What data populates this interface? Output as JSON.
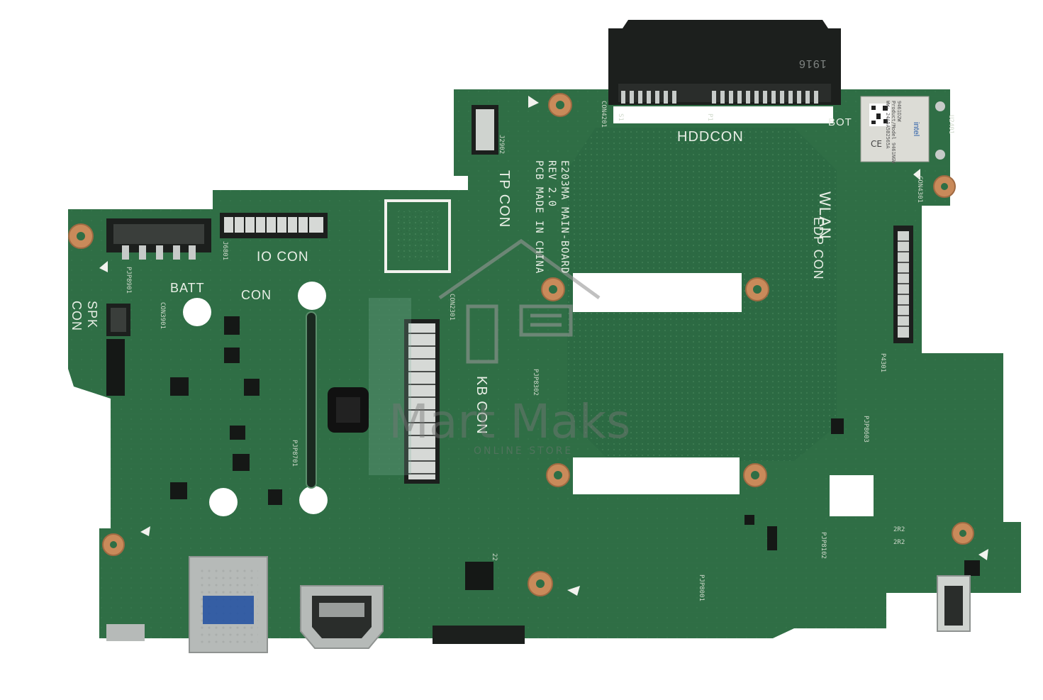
{
  "board": {
    "colors": {
      "pcb": "#2f6e45",
      "pcb_dark": "#24583a",
      "pad": "#c98a5a",
      "silkscreen": "#e9efe6",
      "label": "#ffffff",
      "metal": "#c7cbc9",
      "connector": "#1c1f1d"
    },
    "silkscreen": {
      "hddcon": "HDDCON",
      "wlan": "WLAN",
      "edp_con": "EDP CON",
      "tp_con": "TP CON",
      "kb_con": "KB CON",
      "io_con": "IO CON",
      "batt": "BATT",
      "con": "CON",
      "spk": "SPK",
      "spk_con": "CON",
      "bot": "BOT",
      "board_line1": "E203MA MAIN-BOARD",
      "board_line2": "REV 2.0",
      "board_line3": "PCB MADE IN CHINA",
      "hdd_code": "1916"
    },
    "ref_designators": {
      "con4201": "CON4201",
      "con4301": "CON4301",
      "con3901": "CON3901",
      "con2301": "CON2301",
      "u2401": "U2401",
      "j2902": "J2902",
      "j6801": "J6801",
      "pjp8901": "PJP8901",
      "pjp8701": "PJP8701",
      "pjp8302": "PJP8302",
      "pjp8603": "PJP8603",
      "pjp8102": "PJP8102",
      "pjp8001": "PJP8001",
      "p4301": "P4301",
      "s1": "S1",
      "p1": "P1",
      "r2a": "2R2",
      "r2b": "2R2",
      "label22": "22"
    },
    "wifi_module": {
      "brand": "intel",
      "line1": "9461D2W",
      "line2": "Product/Model 9461NGW",
      "line3": "WW: 24A5A5B2565A"
    },
    "watermark": {
      "main": "Mart Maks",
      "sub": "ONLINE STORE"
    },
    "icons": [
      "house-logo-icon",
      "triangle-marker-icon",
      "ce-mark-icon"
    ]
  }
}
